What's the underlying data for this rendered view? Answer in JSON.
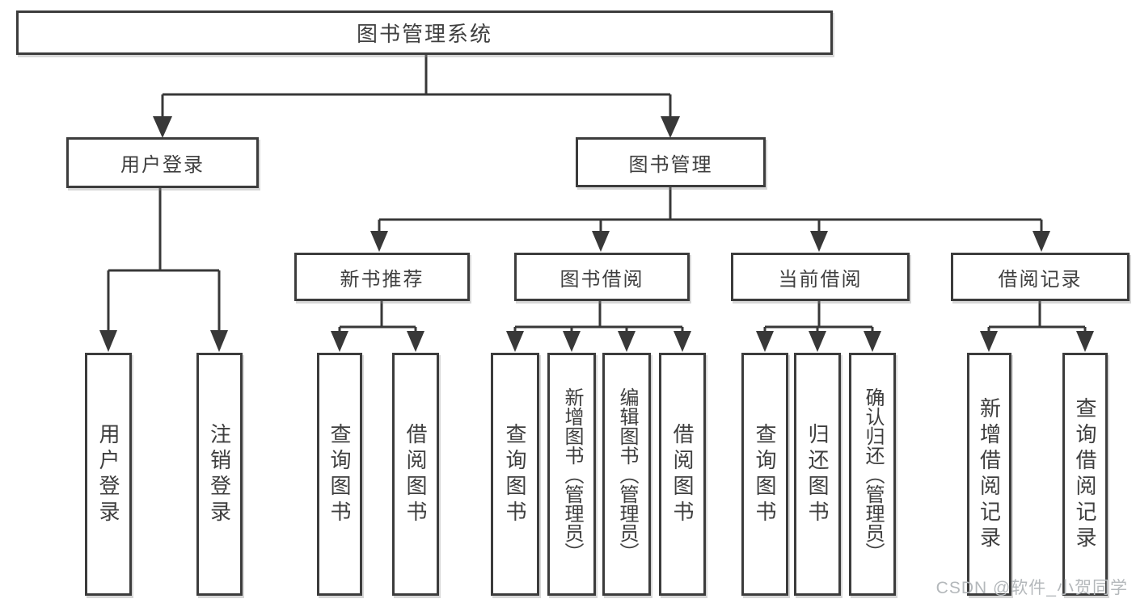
{
  "diagram": {
    "root": "图书管理系统",
    "level2": {
      "user_login": "用户登录",
      "book_mgmt": "图书管理"
    },
    "level3": {
      "new_books": "新书推荐",
      "borrowing": "图书借阅",
      "current": "当前借阅",
      "records": "借阅记录"
    },
    "leaves": {
      "user_login": [
        "用户登录",
        "注销登录"
      ],
      "new_books": [
        "查询图书",
        "借阅图书"
      ],
      "borrowing": [
        "查询图书",
        "新增图书（管理员）",
        "编辑图书（管理员）",
        "借阅图书"
      ],
      "current": [
        "查询图书",
        "归还图书",
        "确认归还（管理员）"
      ],
      "records": [
        "新增借阅记录",
        "查询借阅记录"
      ]
    }
  },
  "watermark": {
    "text": "CSDN @软件_小贺同学"
  },
  "colors": {
    "line": "#383838",
    "border": "#3c3c3c",
    "text": "#3f3f3f",
    "background": "#ffffff",
    "watermark": "#b4b8bb"
  }
}
